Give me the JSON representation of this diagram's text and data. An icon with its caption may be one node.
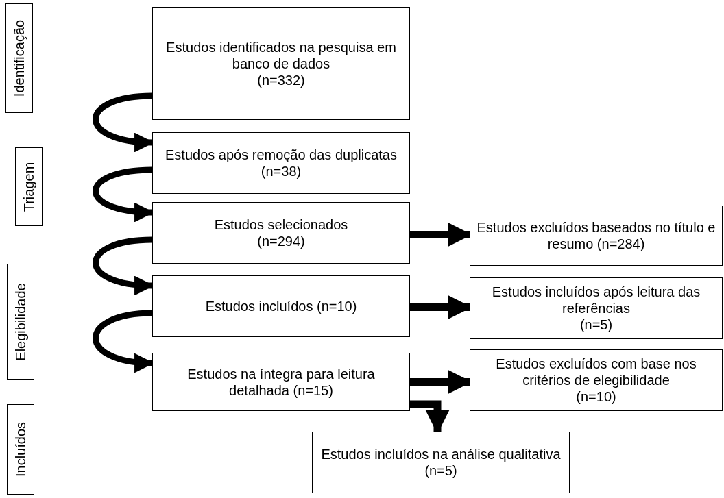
{
  "diagram": {
    "nodes": [
      {
        "text": [
          "Identificação"
        ]
      },
      {
        "text": [
          "Triagem"
        ]
      },
      {
        "text": [
          "Elegibilidade"
        ]
      },
      {
        "text": [
          "Incluídos"
        ]
      },
      {
        "text": [
          "Estudos identificados na pesquisa em banco de dados",
          "(n=332)"
        ]
      },
      {
        "text": [
          "Estudos após remoção das duplicatas",
          "(n=38)"
        ]
      },
      {
        "text": [
          "Estudos selecionados",
          "(n=294)"
        ]
      },
      {
        "text": [
          "Estudos incluídos (n=10)"
        ]
      },
      {
        "text": [
          "Estudos na íntegra para leitura detalhada (n=15)"
        ]
      },
      {
        "text": [
          "Estudos excluídos baseados no título e resumo (n=284)"
        ]
      },
      {
        "text": [
          "Estudos incluídos após leitura das referências",
          "(n=5)"
        ]
      },
      {
        "text": [
          "Estudos excluídos com base nos critérios de elegibilidade",
          "(n=10)"
        ]
      },
      {
        "text": [
          "Estudos incluídos na análise qualitativa (n=5)"
        ]
      }
    ],
    "edges": [
      {
        "from": 4,
        "to": 5,
        "arrow": "to"
      },
      {
        "from": 5,
        "to": 6,
        "arrow": "to"
      },
      {
        "from": 6,
        "to": 7,
        "arrow": "to"
      },
      {
        "from": 7,
        "to": 8,
        "arrow": "to"
      },
      {
        "from": 6,
        "to": 9,
        "arrow": "to"
      },
      {
        "from": 7,
        "to": 10,
        "arrow": "to"
      },
      {
        "from": 8,
        "to": 11,
        "arrow": "to"
      },
      {
        "from": 8,
        "to": 12,
        "arrow": "to"
      }
    ]
  }
}
